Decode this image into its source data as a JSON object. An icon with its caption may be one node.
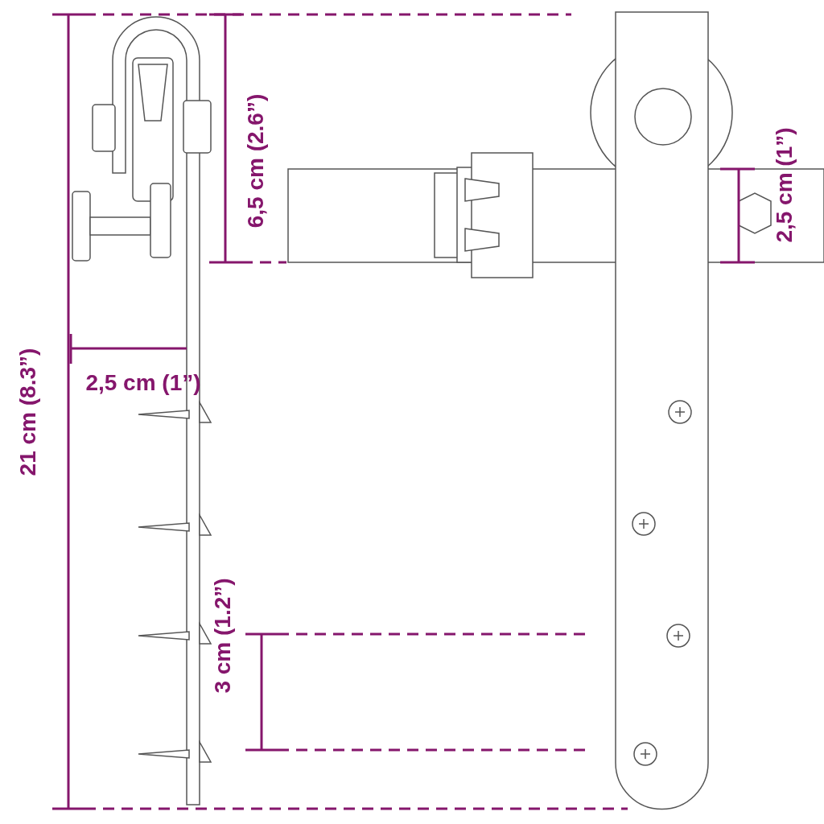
{
  "diagram": {
    "labels": [
      "6,5 cm (2.6”)",
      "2,5 cm (1”)",
      "21 cm (8.3”)",
      "2,5 cm (1”)",
      "3 cm (1.2”)"
    ]
  }
}
